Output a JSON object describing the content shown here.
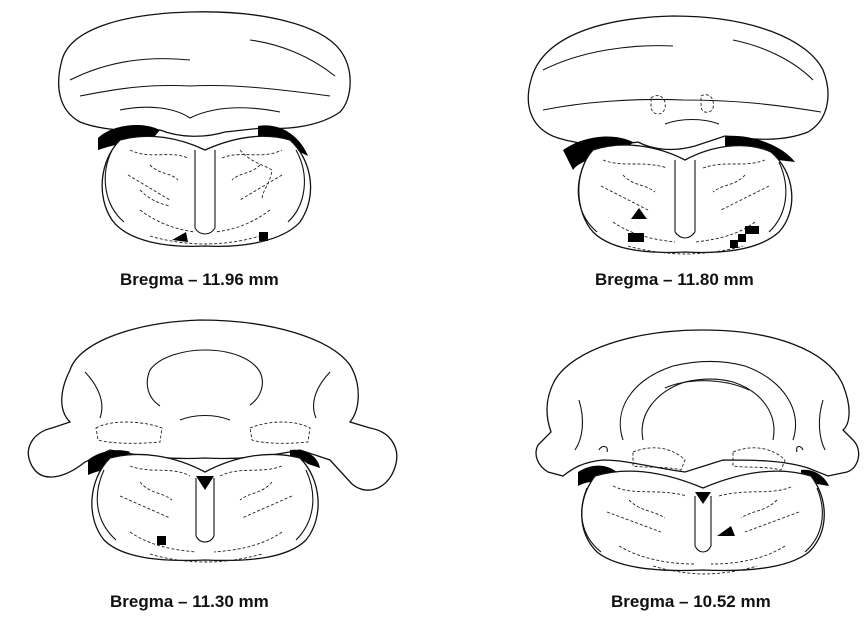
{
  "figure": {
    "panels": [
      {
        "caption": "Bregma – 11.96 mm"
      },
      {
        "caption": "Bregma – 11.80 mm"
      },
      {
        "caption": "Bregma – 11.30 mm"
      },
      {
        "caption": "Bregma – 10.52 mm"
      }
    ]
  },
  "legend_marks": {
    "square": "square-marker",
    "triangle": "triangle-marker"
  },
  "colors": {
    "line": "#111111",
    "fill": "#ffffff",
    "marker": "#000000"
  }
}
